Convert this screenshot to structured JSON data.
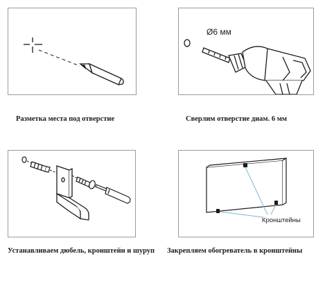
{
  "steps": [
    {
      "caption": "Разметка места под отверстие"
    },
    {
      "caption": "Сверлим отверстие диам. 6 мм",
      "drill_label": "Ø6 мм"
    },
    {
      "caption": "Устанавливаем дюбель, кронштейн и шуруп"
    },
    {
      "caption": "Закрепляем обогреватель в кронштейны",
      "bracket_label": "Кронштейны"
    }
  ],
  "icons": [
    "crosshair-mark-icon",
    "pencil-icon",
    "drill-icon",
    "dowel-icon",
    "bracket-icon",
    "screw-icon",
    "screwdriver-icon",
    "heater-panel-icon"
  ]
}
